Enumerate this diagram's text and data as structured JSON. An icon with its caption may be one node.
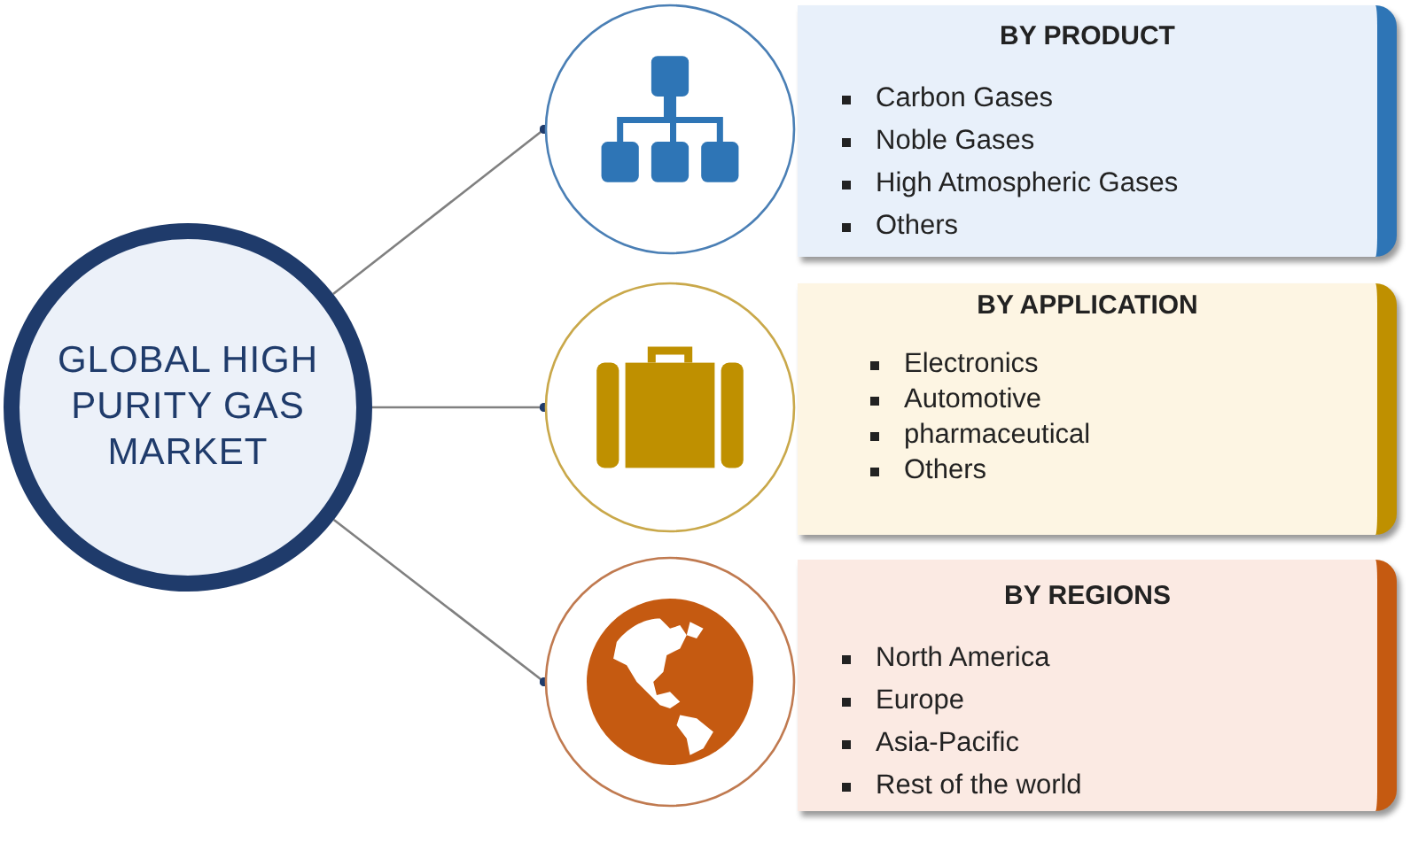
{
  "diagram": {
    "nodes": [
      {
        "text": [
          "GLOBAL HIGH PURITY GAS MARKET"
        ]
      },
      {
        "text": [],
        "shape": "circle"
      },
      {
        "text": [
          "BY PRODUCT",
          "Carbon Gases",
          "Noble Gases",
          "High Atmospheric Gases",
          "Others"
        ]
      },
      {
        "text": [],
        "shape": "circle"
      },
      {
        "text": [
          "BY APPLICATION",
          "Electronics",
          "Automotive",
          "pharmaceutical",
          "Others"
        ]
      },
      {
        "text": [],
        "shape": "circle"
      },
      {
        "text": [
          "BY REGIONS",
          "North America",
          "Europe",
          "Asia-Pacific",
          "Rest of the world"
        ]
      }
    ],
    "edges": [
      {
        "from": 0,
        "to": 1,
        "arrow": "other"
      },
      {
        "from": 0,
        "to": 3,
        "arrow": "other"
      },
      {
        "from": 0,
        "to": 5,
        "arrow": "other"
      }
    ]
  }
}
